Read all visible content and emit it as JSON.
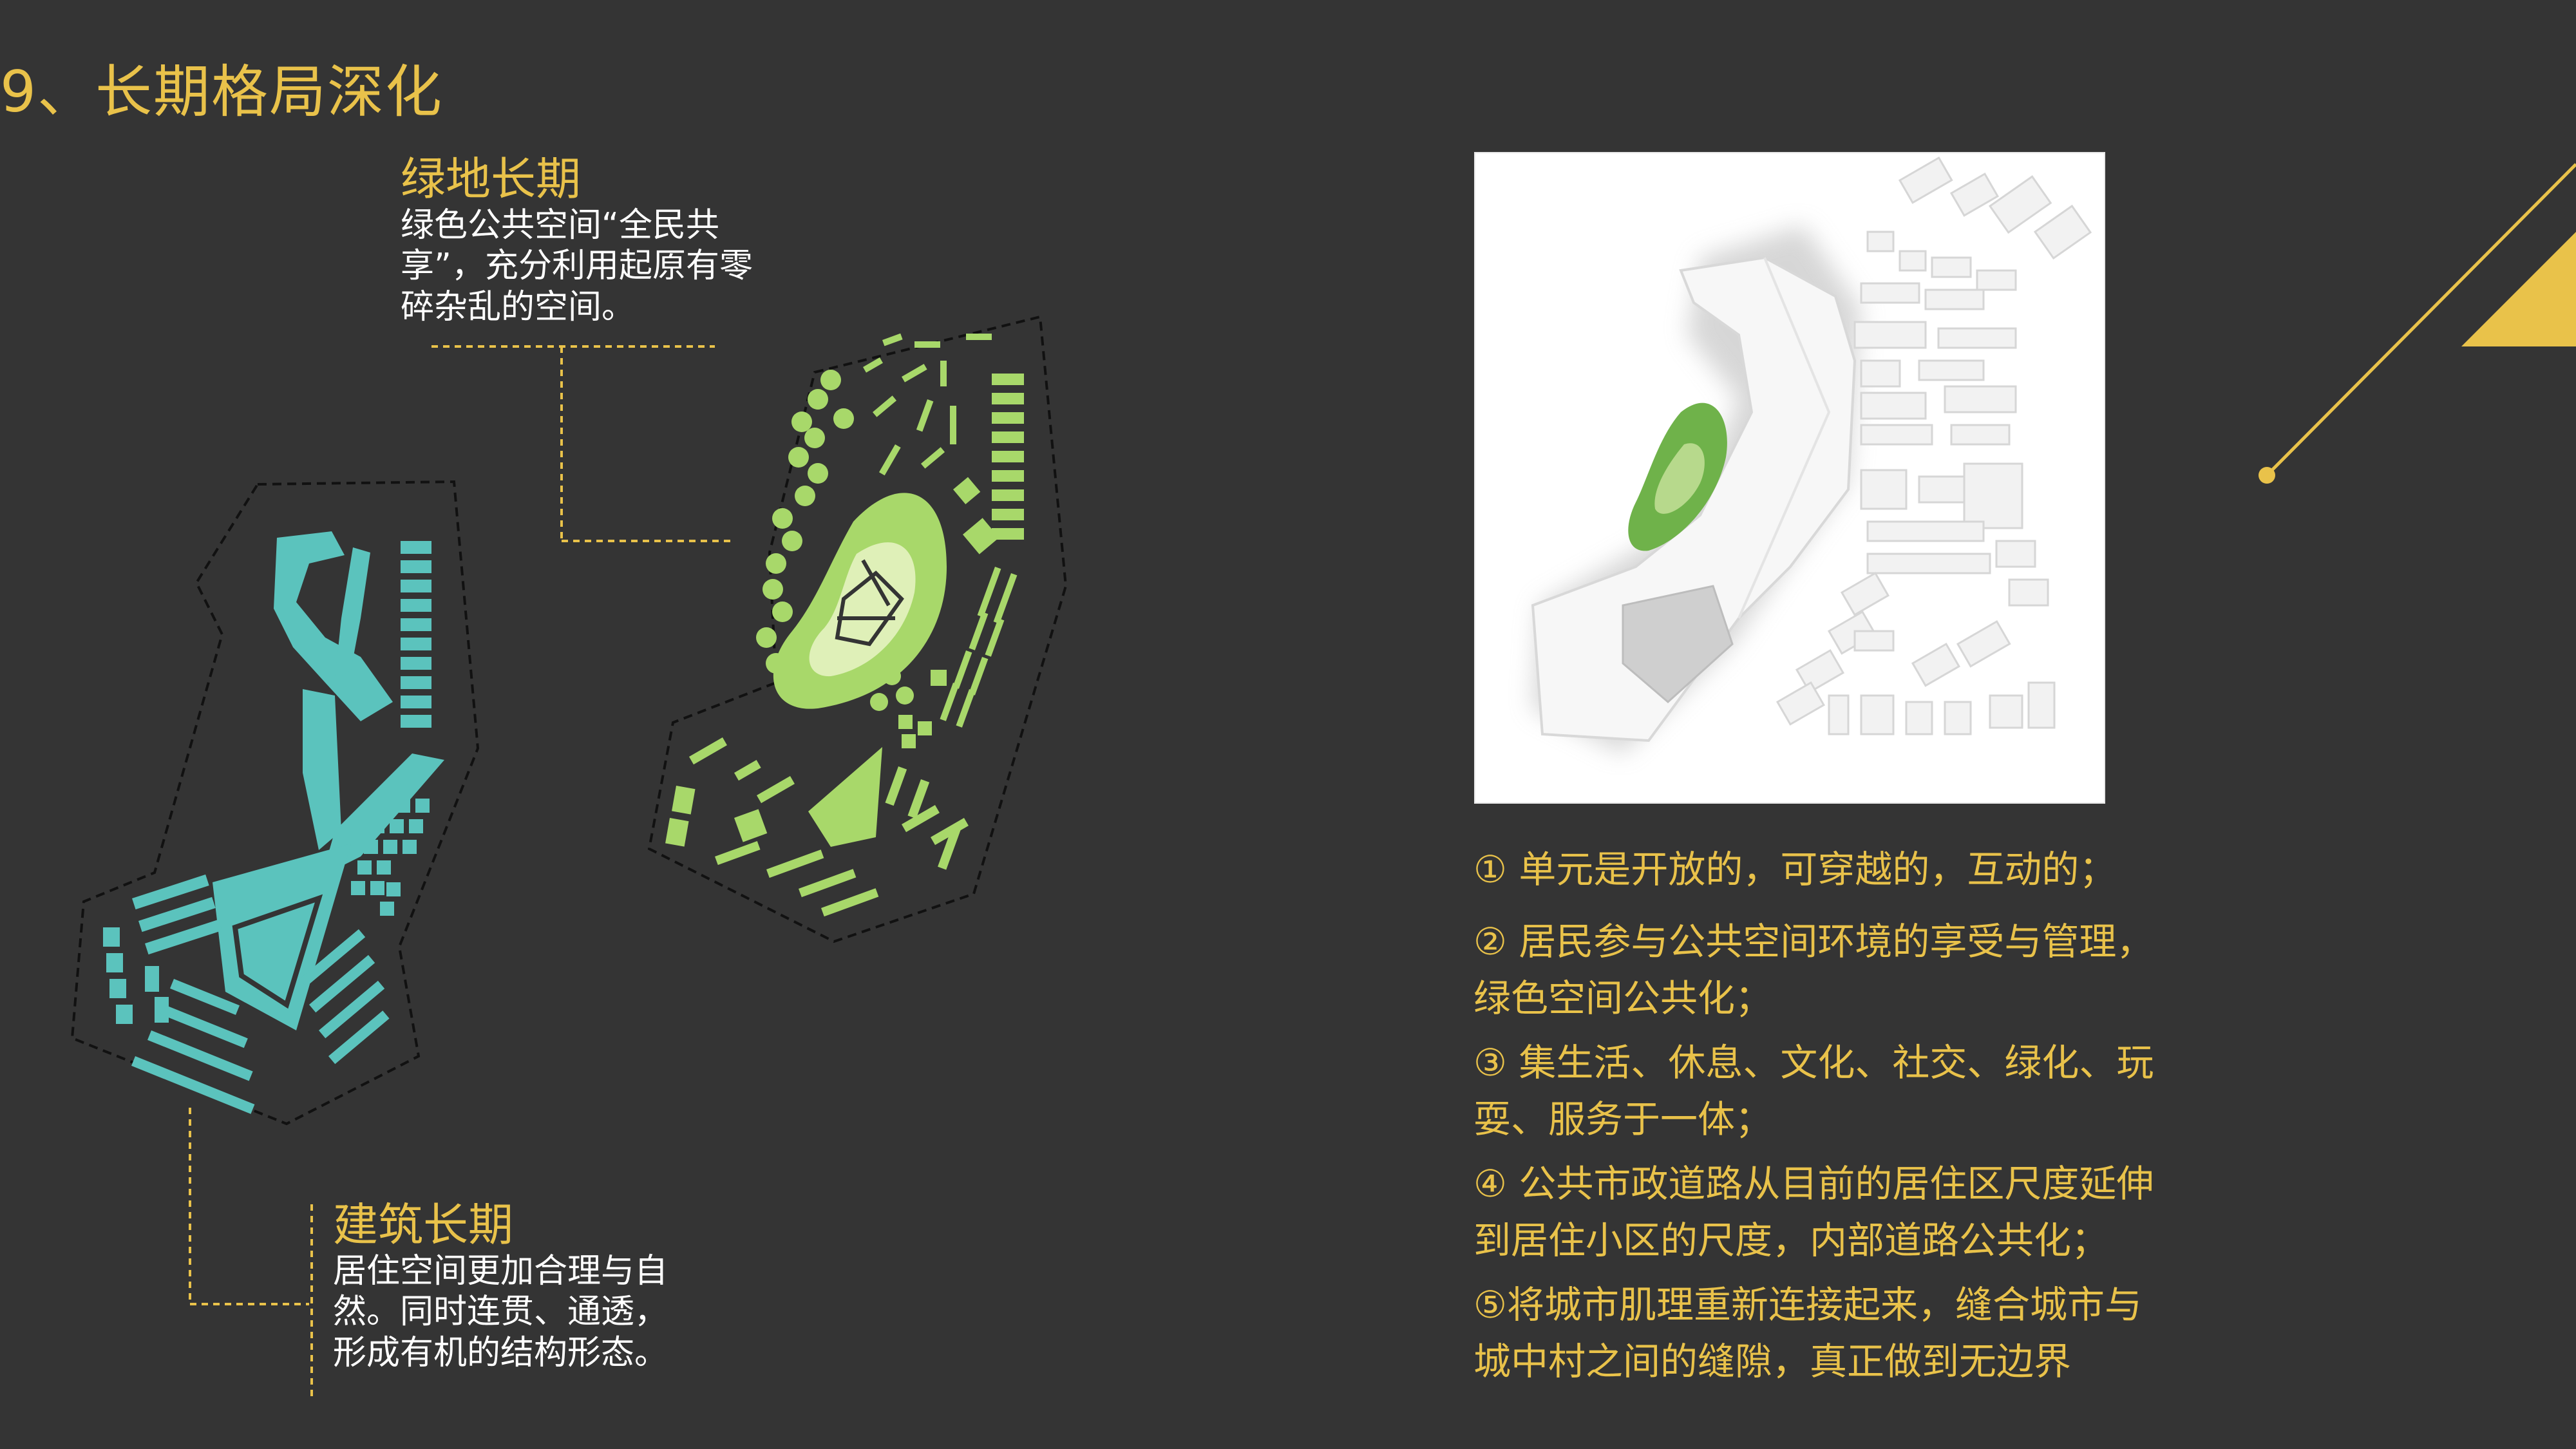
{
  "page_title": "9、长期格局深化",
  "green_label": {
    "heading": "绿地长期",
    "body": "绿色公共空间“全民共享”，充分利用起原有零碎杂乱的空间。"
  },
  "building_label": {
    "heading": "建筑长期",
    "body": "居住空间更加合理与自然。同时连贯、通透，形成有机的结构形态。"
  },
  "points": [
    [
      "① 单元是开放的，可穿越的，互动的；"
    ],
    [
      "② 居民参与公共空间环境的享受与管理，",
      "绿色空间公共化；"
    ],
    [
      "③ 集生活、休息、文化、社交、绿化、玩",
      "耍、服务于一体；"
    ],
    [
      "④ 公共市政道路从目前的居住区尺度延伸",
      "到居住小区的尺度，内部道路公共化；"
    ],
    [
      "⑤将城市肌理重新连接起来，缝合城市与",
      "城中村之间的缝隙，真正做到无边界"
    ]
  ],
  "colors": {
    "background": "#343434",
    "accent_gold": "#e9c24a",
    "building_teal": "#5bc3bd",
    "green_light": "#a8d86a",
    "green_pale": "#dff0b8"
  },
  "icons": [
    "teal-building-plan",
    "green-space-plan",
    "site-model-image",
    "gold-corner-triangle"
  ]
}
